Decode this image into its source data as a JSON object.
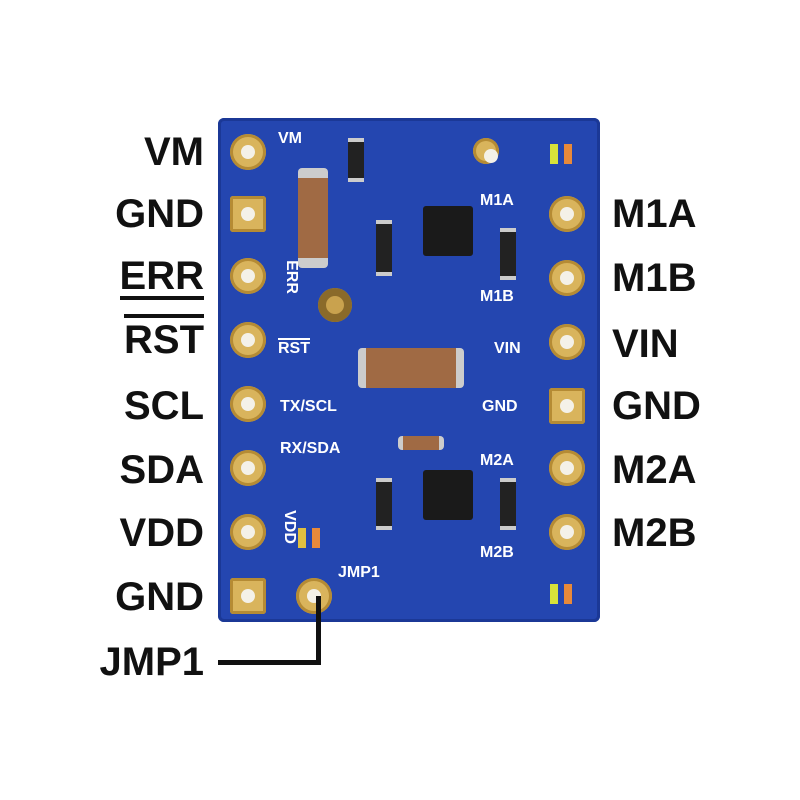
{
  "left_pins": [
    "VM",
    "GND",
    "ERR",
    "RST",
    "SCL",
    "SDA",
    "VDD",
    "GND"
  ],
  "right_pins": [
    "M1A",
    "M1B",
    "VIN",
    "GND",
    "M2A",
    "M2B"
  ],
  "jumper_label": "JMP1",
  "silkscreen": {
    "vm": "VM",
    "m1a": "M1A",
    "m1b": "M1B",
    "err": "ERR",
    "rst": "RST",
    "vin": "VIN",
    "txscl": "TX/SCL",
    "gnd": "GND",
    "rxsda": "RX/SDA",
    "m2a": "M2A",
    "vdd": "VDD",
    "m2b": "M2B",
    "jmp1": "JMP1"
  },
  "colors": {
    "board": "#2446b0",
    "pad": "#d9b45c"
  }
}
